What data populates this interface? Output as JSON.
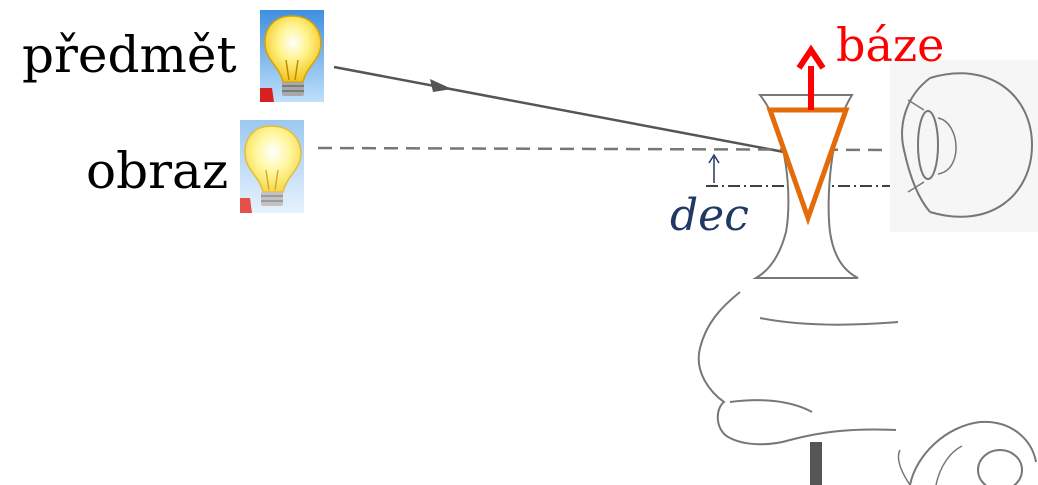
{
  "labels": {
    "object": "předmět",
    "image": "obraz",
    "base": "báze",
    "decentration": "dec"
  },
  "colors": {
    "base_arrow": "#ff0000",
    "prism": "#e36c09",
    "decentration": "#1f3864",
    "ray": "#555555",
    "sketch": "#777777"
  },
  "icons": [
    "lightbulb-icon",
    "lightbulb-icon",
    "eye-icon",
    "eye-icon",
    "nose-icon"
  ]
}
